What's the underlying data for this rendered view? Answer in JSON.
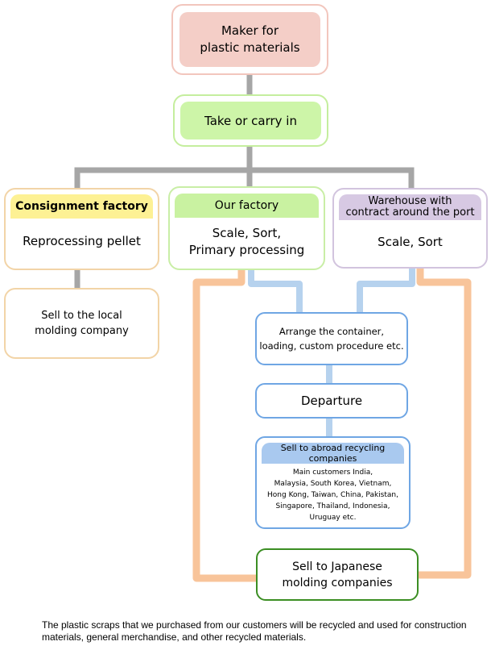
{
  "diagram": {
    "maker": {
      "label": "Maker for\nplastic materials"
    },
    "take_in": {
      "label": "Take or carry in"
    },
    "consignment": {
      "title": "Consignment factory",
      "body": "Reprocessing pellet"
    },
    "our_factory": {
      "title": "Our factory",
      "body": "Scale, Sort,\nPrimary processing"
    },
    "warehouse": {
      "title": "Warehouse with\ncontract around the port",
      "body": "Scale, Sort"
    },
    "local_molding": {
      "label": "Sell to the local\nmolding company"
    },
    "arrange": {
      "label": "Arrange the container,\nloading, custom procedure etc."
    },
    "departure": {
      "label": "Departure"
    },
    "abroad": {
      "title": "Sell to abroad recycling companies",
      "body": "Main customers  India,\nMalaysia, South Korea, Vietnam,\nHong Kong, Taiwan, China, Pakistan,\nSingapore, Thailand, Indonesia,\nUruguay etc."
    },
    "japanese": {
      "label": "Sell to Japanese\nmolding companies"
    }
  },
  "note": "The plastic scraps that we purchased from our customers will be recycled and used for construction materials, general merchandise, and other recycled materials.",
  "colors": {
    "gray_connector": "#a6a6a6",
    "blue_connector": "#b6d2ee",
    "orange_connector": "#f8c49a",
    "export_border": "#6fa6e4",
    "japan_border": "#3b8e23"
  }
}
